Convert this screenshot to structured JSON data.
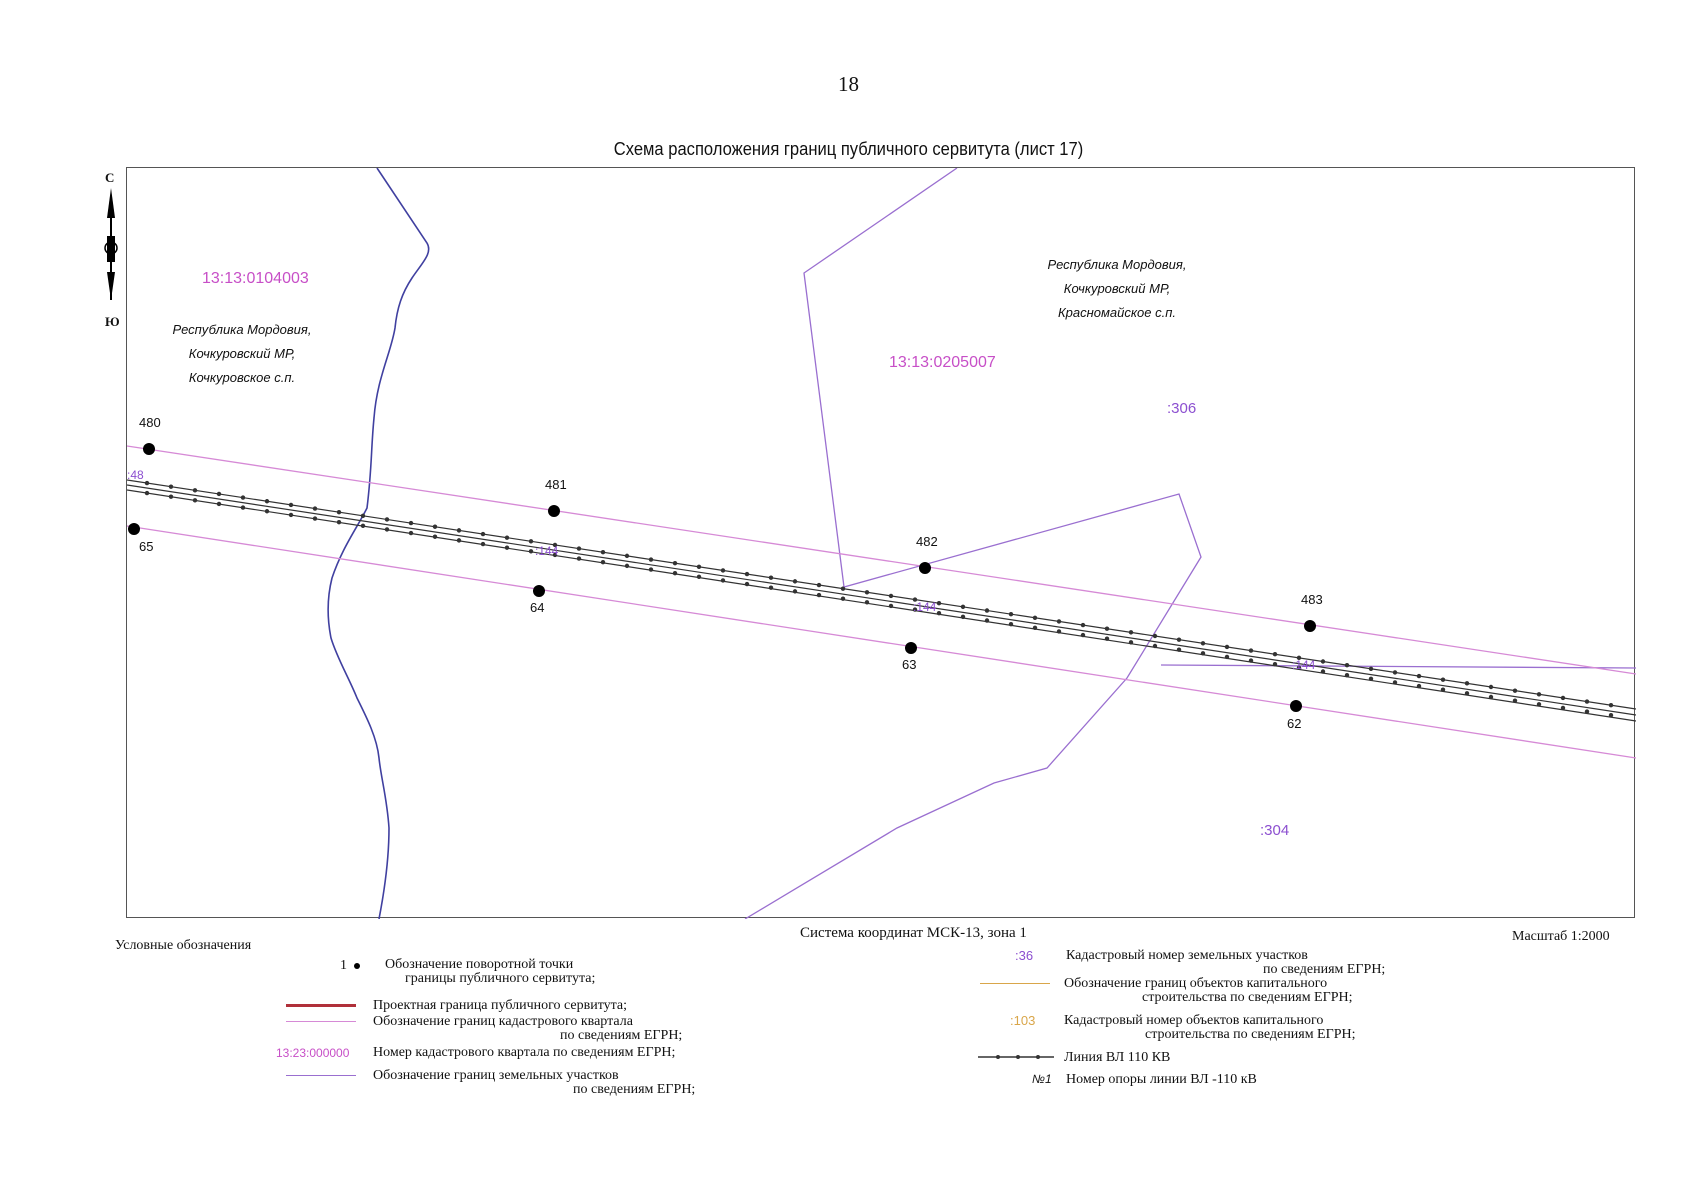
{
  "page": {
    "number": "18"
  },
  "map": {
    "title": "Схема расположения границ публичного сервитута (лист 17)",
    "quarters": [
      {
        "id": "q1",
        "label": "13:13:0104003"
      },
      {
        "id": "q2",
        "label": "13:13:0205007"
      }
    ],
    "regions": [
      {
        "id": "west",
        "lines": [
          "Республика Мордовия,",
          "Кочкуровский МР,",
          "Кочкуровское с.п."
        ]
      },
      {
        "id": "east",
        "lines": [
          "Республика Мордовия,",
          "Кочкуровский МР,",
          "Красномайское с.п."
        ]
      }
    ],
    "parcels": [
      {
        "id": "p1",
        "label": ":306"
      },
      {
        "id": "p2",
        "label": ":304"
      },
      {
        "id": "p3",
        "label": ":48"
      },
      {
        "id": "p4",
        "label": ":144"
      },
      {
        "id": "p5",
        "label": ":144"
      },
      {
        "id": "p6",
        "label": ":144"
      }
    ],
    "points": [
      {
        "id": "480",
        "label": "480"
      },
      {
        "id": "481",
        "label": "481"
      },
      {
        "id": "482",
        "label": "482"
      },
      {
        "id": "483",
        "label": "483"
      },
      {
        "id": "65",
        "label": "65"
      },
      {
        "id": "64",
        "label": "64"
      },
      {
        "id": "63",
        "label": "63"
      },
      {
        "id": "62",
        "label": "62"
      }
    ],
    "compass": {
      "north": "С",
      "south": "Ю"
    },
    "coordinate_system": "Система координат МСК-13, зона 1",
    "scale": "Масштаб 1:2000",
    "colors": {
      "servitude_boundary": "#b0303a",
      "quarter_boundary": "#d68ad6",
      "quarter_label": "#c74fc7",
      "parcel_boundary": "#9a6fd0",
      "parcel_label": "#8c4fd0",
      "river": "#4040a0",
      "capital_object": "#d9a64a",
      "power_line": "#333333"
    }
  },
  "legend": {
    "title": "Условные обозначения",
    "items": [
      {
        "id": "turn-point",
        "symbol": "1",
        "lines": [
          "Обозначение поворотной точки",
          "границы публичного сервитута;"
        ]
      },
      {
        "id": "servitude",
        "lines": [
          "Проектная граница публичного сервитута;"
        ]
      },
      {
        "id": "quarter-boundary",
        "lines": [
          "Обозначение границ кадастрового квартала",
          "по сведениям ЕГРН;"
        ]
      },
      {
        "id": "quarter-number",
        "symbol": "13:23:000000",
        "lines": [
          "Номер кадастрового квартала по сведениям ЕГРН;"
        ]
      },
      {
        "id": "parcel-boundary",
        "lines": [
          "Обозначение границ земельных участков",
          "по сведениям ЕГРН;"
        ]
      },
      {
        "id": "parcel-number",
        "symbol": ":36",
        "lines": [
          "Кадастровый номер земельных участков",
          "по сведениям ЕГРН;"
        ]
      },
      {
        "id": "capital-boundary",
        "lines": [
          "Обозначение границ объектов капитального",
          "строительства по сведениям ЕГРН;"
        ]
      },
      {
        "id": "capital-number",
        "symbol": ":103",
        "lines": [
          "Кадастровый номер объектов капитального",
          "строительства по сведениям ЕГРН;"
        ]
      },
      {
        "id": "power-line",
        "lines": [
          "Линия ВЛ 110 КВ"
        ]
      },
      {
        "id": "pole-number",
        "symbol": "№1",
        "lines": [
          "Номер опоры линии ВЛ -110 кВ"
        ]
      }
    ]
  }
}
